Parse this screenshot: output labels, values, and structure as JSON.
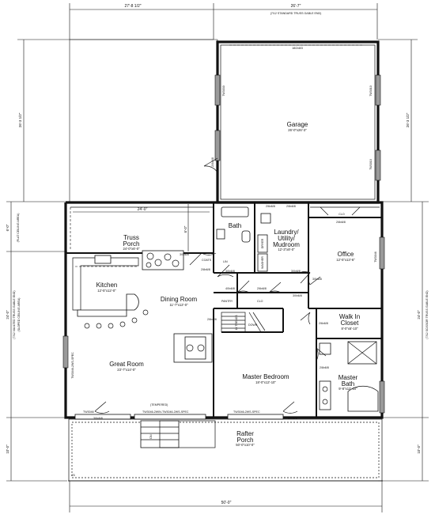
{
  "dimensions": {
    "top_left": "27'-8 1/2\"",
    "top_right": "26'-7\"",
    "top_right_note": "(7/12 STANDARD TRUSS GABLE END)",
    "bottom": "50'-0\"",
    "left_upper": "26'-3 1/2\"",
    "left_mid_1": "6'-0\"",
    "left_mid_1_note": "(FLAT CEILING AREA)",
    "left_mid_2": "24'-0\"",
    "left_mid_2_note_a": "(7/12 VAULTED TRUSS GABLE END)",
    "left_mid_2_note_b": "(SLOPED CEILING AREA)",
    "left_lower": "10'-0\"",
    "right_upper": "26'-3 1/2\"",
    "right_mid": "24'-0\"",
    "right_mid_note": "(7/12 SCISSOR TRUSS GABLE END)",
    "right_lower": "10'-0\"",
    "porch_depth": "24'-0\"",
    "porch_height": "6'-0\"",
    "garage_header": "18/2x8/3"
  },
  "rooms": {
    "garage": {
      "name": "Garage",
      "size": "26'-0\"x26'-3\""
    },
    "truss_porch": {
      "name_1": "Truss",
      "name_2": "Porch",
      "size": "24'-0\"x6'-0\""
    },
    "bath": {
      "name": "Bath",
      "size": ""
    },
    "laundry": {
      "name_1": "Laundry/",
      "name_2": "Utility/",
      "name_3": "Mudroom",
      "size": "12'-3\"x8'-0\""
    },
    "office": {
      "name": "Office",
      "size": "12'-5\"x13'-6\""
    },
    "kitchen": {
      "name": "Kitchen",
      "size": "12'-5\"x12'-0\""
    },
    "dining": {
      "name": "Dining Room",
      "size": "11'-7\"x12'-0\""
    },
    "walkin": {
      "name_1": "Walk In",
      "name_2": "Closet",
      "size": "8'-0\"x6'-10\""
    },
    "great_room": {
      "name": "Great Room",
      "size": "23'-7\"x14'-0\""
    },
    "master_bedroom": {
      "name": "Master Bedroom",
      "size": "18'-0\"x12'-10\""
    },
    "master_bath": {
      "name_1": "Master",
      "name_2": "Bath",
      "size": "9'-8\"x12'-10\""
    },
    "rafter_porch": {
      "name_1": "Rafter",
      "name_2": "Porch",
      "size": "50'-0\"x10'-0\""
    }
  },
  "labels": {
    "clo_1": "CLO",
    "clo_2": "CLO",
    "pantry": "PANTRY",
    "coats": "COATS",
    "dryer": "DRYER",
    "washer": "WASHER",
    "lin": "LIN",
    "tempered_1": "(TEMPERED)",
    "tempered_2": "(TEMPERED)",
    "window_great": "TW3046",
    "window_porch": "TW3046-2WIN-TW3046-2WS-SPEC",
    "window_master": "TW3046-2WS-SPEC",
    "window_office": "TW3046",
    "window_great_side": "TW3046-2WS-SPEC",
    "window_garage_l": "TW3030",
    "window_garage_r1": "TW3010",
    "window_garage_r2": "TW3010",
    "door_1": "2/0x6/8",
    "door_2": "3/0x6/8",
    "door_3": "2/8x6/8",
    "door_4": "3/0x6/8",
    "door_5": "2/8x6/8",
    "door_6": "2/6x6/8",
    "door_7": "3/0x6/8",
    "door_8": "3/0x6/8",
    "door_9": "2/8x6/8",
    "door_10": "4/0x6/8",
    "door_11": "2/6x6/8",
    "door_12": "3/0x6/8",
    "door_13": "2/6x6/8",
    "door_14": "2/6x6/8",
    "door_15": "2/8x6/8",
    "door_16": "3/0x6/8",
    "door_17": "3/0x6/8",
    "stair_1": "13 TREADS",
    "stair_2": "DOWN",
    "stair_3": "DN",
    "mark_left": "4'6"
  }
}
